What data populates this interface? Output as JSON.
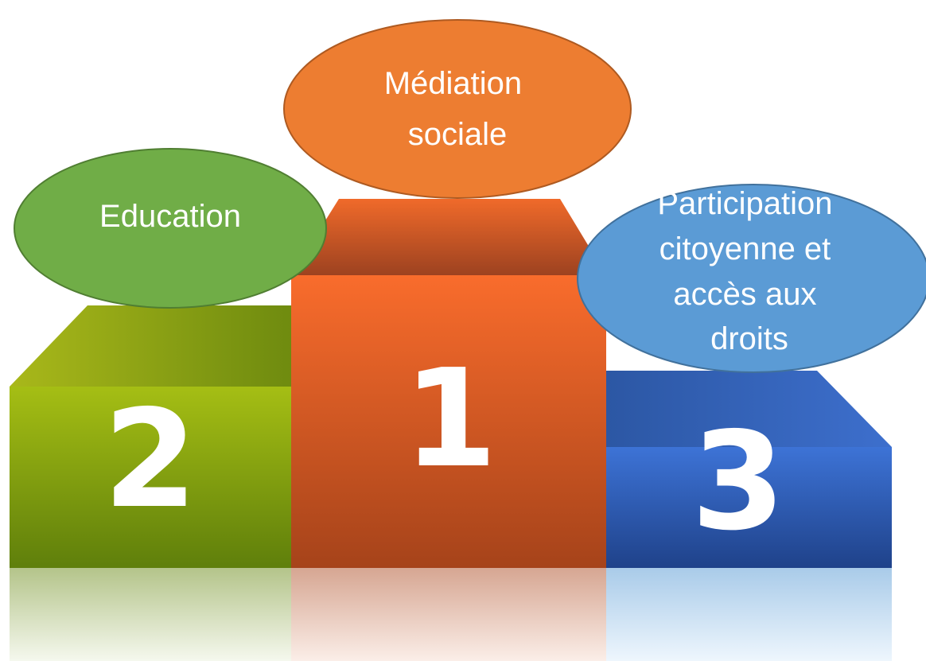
{
  "podium": [
    {
      "rank": "1",
      "label_lines": [
        "Médiation",
        "sociale"
      ],
      "color": "#ED7D31"
    },
    {
      "rank": "2",
      "label_lines": [
        "Education"
      ],
      "color": "#70AD47"
    },
    {
      "rank": "3",
      "label_lines": [
        "Participation",
        "citoyenne et",
        "accès aux",
        "droits"
      ],
      "color": "#5B9BD5"
    }
  ]
}
